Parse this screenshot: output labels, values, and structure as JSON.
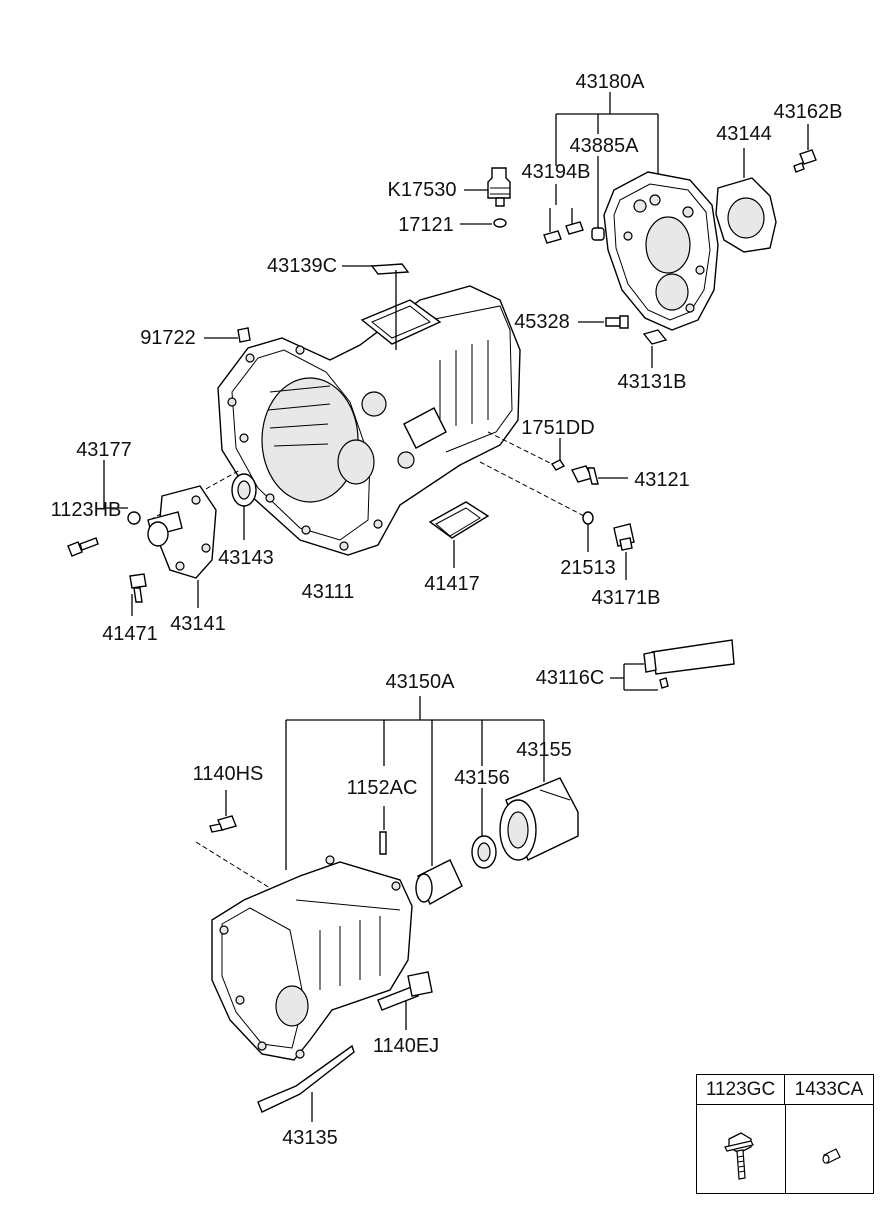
{
  "callouts": {
    "p43180A": "43180A",
    "p43885A": "43885A",
    "p43194B": "43194B",
    "pK17530": "K17530",
    "p17121": "17121",
    "p43144": "43144",
    "p43162B": "43162B",
    "p43139C": "43139C",
    "p91722": "91722",
    "p45328": "45328",
    "p43131B": "43131B",
    "p1751DD": "1751DD",
    "p43121": "43121",
    "p43177": "43177",
    "p1123HB": "1123HB",
    "p43143": "43143",
    "p43111": "43111",
    "p41417": "41417",
    "p21513": "21513",
    "p43171B": "43171B",
    "p41471": "41471",
    "p43141": "43141",
    "p43150A": "43150A",
    "p43116C": "43116C",
    "p43155": "43155",
    "p1140HS": "1140HS",
    "p1152AC": "1152AC",
    "p43156": "43156",
    "p1140EJ": "1140EJ",
    "p43135": "43135"
  },
  "legend_table": {
    "col1_header": "1123GC",
    "col2_header": "1433CA",
    "col1_icon": "bolt-icon",
    "col2_icon": "dowel-pin-icon"
  }
}
